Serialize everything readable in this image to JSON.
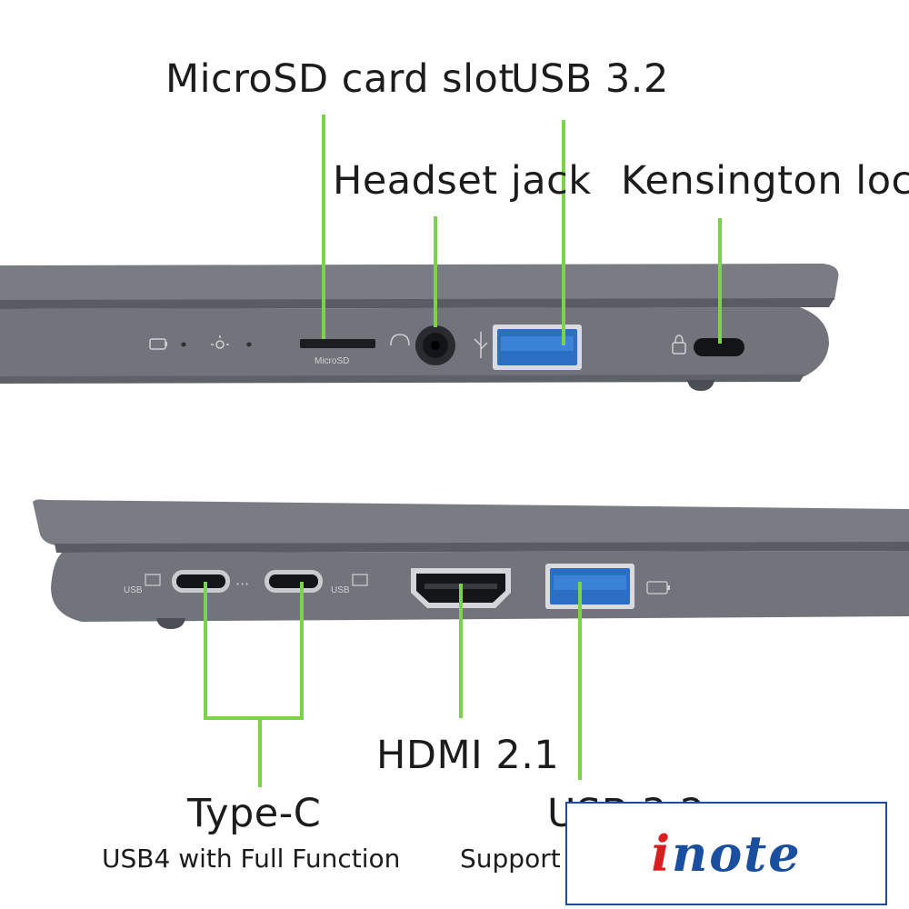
{
  "top_view": {
    "labels": {
      "microsd": "MicroSD card slot",
      "usb32": "USB 3.2",
      "headset": "Headset jack",
      "kensington": "Kensington lock"
    },
    "port_marking": "MicroSD"
  },
  "bottom_view": {
    "labels": {
      "hdmi": "HDMI 2.1",
      "typec": "Type-C",
      "typec_sub": "USB4 with Full Function",
      "usb_right": "USB 3.2",
      "usb_right_sub": "Support"
    },
    "port_markings": {
      "left_usb": "USB",
      "right_usb": "USB"
    }
  },
  "watermark": {
    "i": "i",
    "rest": "note"
  },
  "colors": {
    "callout_line": "#7cd24a",
    "chassis": "#6e7078",
    "usb_blue": "#2a6fc4",
    "watermark_border": "#1a4fa0"
  }
}
